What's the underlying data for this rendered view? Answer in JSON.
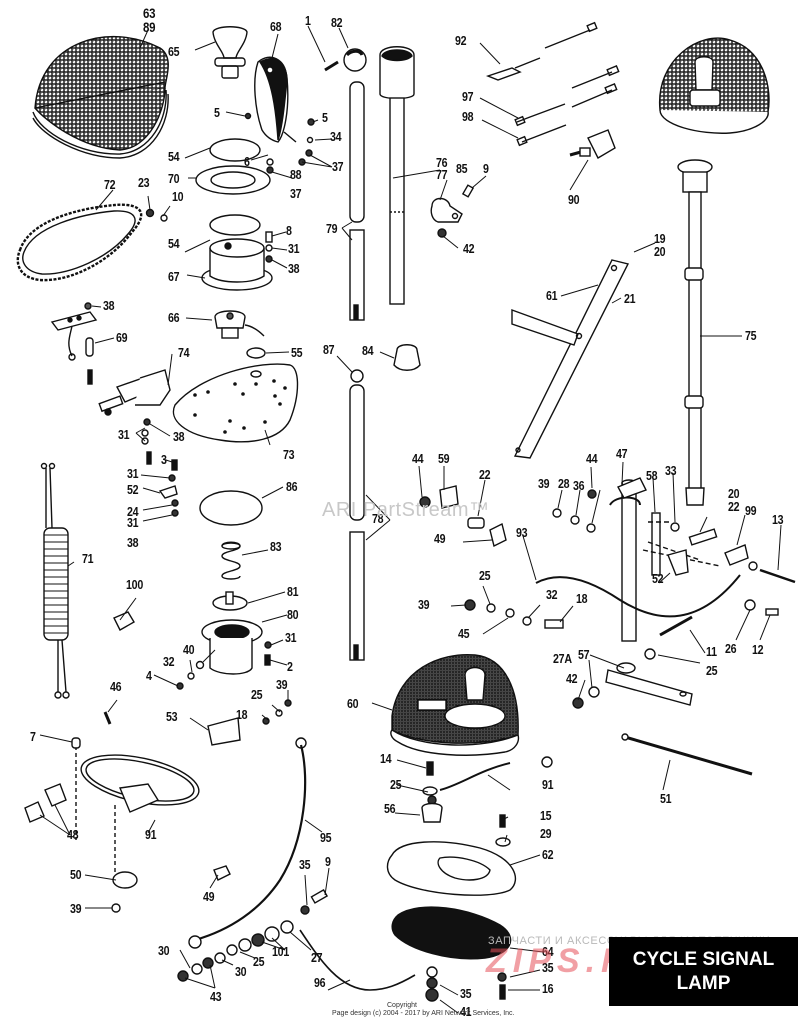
{
  "title": {
    "line1": "CYCLE SIGNAL",
    "line2": "LAMP"
  },
  "watermarks": {
    "partstream": "ARI PartStream™",
    "ru_line": "ЗАПЧАСТИ И АКСЕССУАРЫ ДЛЯ МОТОТЕХНИКИ",
    "ru_logo": "ZIPS.RU"
  },
  "copyright": {
    "line1": "Copyright",
    "line2": "Page design (c) 2004 - 2017 by ARI Network Services, Inc."
  },
  "callouts": [
    {
      "id": "c63",
      "label": "63"
    },
    {
      "id": "c89",
      "label": "89"
    },
    {
      "id": "c65",
      "label": "65"
    },
    {
      "id": "c68",
      "label": "68"
    },
    {
      "id": "c1",
      "label": "1"
    },
    {
      "id": "c82",
      "label": "82"
    },
    {
      "id": "c92",
      "label": "92"
    },
    {
      "id": "c97",
      "label": "97"
    },
    {
      "id": "c98",
      "label": "98"
    },
    {
      "id": "c5a",
      "label": "5"
    },
    {
      "id": "c5b",
      "label": "5"
    },
    {
      "id": "c34",
      "label": "34"
    },
    {
      "id": "c54a",
      "label": "54"
    },
    {
      "id": "c6",
      "label": "6"
    },
    {
      "id": "c88",
      "label": "88"
    },
    {
      "id": "c37a",
      "label": "37"
    },
    {
      "id": "c37b",
      "label": "37"
    },
    {
      "id": "c70",
      "label": "70"
    },
    {
      "id": "c76",
      "label": "76"
    },
    {
      "id": "c77",
      "label": "77"
    },
    {
      "id": "c85",
      "label": "85"
    },
    {
      "id": "c9a",
      "label": "9"
    },
    {
      "id": "c90",
      "label": "90"
    },
    {
      "id": "c72",
      "label": "72"
    },
    {
      "id": "c23",
      "label": "23"
    },
    {
      "id": "c10",
      "label": "10"
    },
    {
      "id": "c79",
      "label": "79"
    },
    {
      "id": "c42a",
      "label": "42"
    },
    {
      "id": "c19",
      "label": "19"
    },
    {
      "id": "c20a",
      "label": "20"
    },
    {
      "id": "c54b",
      "label": "54"
    },
    {
      "id": "c8",
      "label": "8"
    },
    {
      "id": "c31a",
      "label": "31"
    },
    {
      "id": "c38a",
      "label": "38"
    },
    {
      "id": "c67",
      "label": "67"
    },
    {
      "id": "c61",
      "label": "61"
    },
    {
      "id": "c21",
      "label": "21"
    },
    {
      "id": "c38b",
      "label": "38"
    },
    {
      "id": "c69",
      "label": "69"
    },
    {
      "id": "c66",
      "label": "66"
    },
    {
      "id": "c75",
      "label": "75"
    },
    {
      "id": "c74",
      "label": "74"
    },
    {
      "id": "c55",
      "label": "55"
    },
    {
      "id": "c87",
      "label": "87"
    },
    {
      "id": "c84",
      "label": "84"
    },
    {
      "id": "c31b",
      "label": "31"
    },
    {
      "id": "c38c",
      "label": "38"
    },
    {
      "id": "c73",
      "label": "73"
    },
    {
      "id": "c3",
      "label": "3"
    },
    {
      "id": "c31c",
      "label": "31"
    },
    {
      "id": "c52a",
      "label": "52"
    },
    {
      "id": "c24",
      "label": "24"
    },
    {
      "id": "c31d",
      "label": "31"
    },
    {
      "id": "c38d",
      "label": "38"
    },
    {
      "id": "c86",
      "label": "86"
    },
    {
      "id": "c78",
      "label": "78"
    },
    {
      "id": "c44a",
      "label": "44"
    },
    {
      "id": "c59",
      "label": "59"
    },
    {
      "id": "c22a",
      "label": "22"
    },
    {
      "id": "c49a",
      "label": "49"
    },
    {
      "id": "c44b",
      "label": "44"
    },
    {
      "id": "c47",
      "label": "47"
    },
    {
      "id": "c39a",
      "label": "39"
    },
    {
      "id": "c28",
      "label": "28"
    },
    {
      "id": "c36",
      "label": "36"
    },
    {
      "id": "c58",
      "label": "58"
    },
    {
      "id": "c33",
      "label": "33"
    },
    {
      "id": "c20b",
      "label": "20"
    },
    {
      "id": "c22b",
      "label": "22"
    },
    {
      "id": "c99",
      "label": "99"
    },
    {
      "id": "c13",
      "label": "13"
    },
    {
      "id": "c93",
      "label": "93"
    },
    {
      "id": "c52b",
      "label": "52"
    },
    {
      "id": "c71",
      "label": "71"
    },
    {
      "id": "c83",
      "label": "83"
    },
    {
      "id": "c100",
      "label": "100"
    },
    {
      "id": "c81",
      "label": "81"
    },
    {
      "id": "c25a",
      "label": "25"
    },
    {
      "id": "c39b",
      "label": "39"
    },
    {
      "id": "c45",
      "label": "45"
    },
    {
      "id": "c32a",
      "label": "32"
    },
    {
      "id": "c18a",
      "label": "18"
    },
    {
      "id": "c80",
      "label": "80"
    },
    {
      "id": "c31e",
      "label": "31"
    },
    {
      "id": "c40",
      "label": "40"
    },
    {
      "id": "c32b",
      "label": "32"
    },
    {
      "id": "c4",
      "label": "4"
    },
    {
      "id": "c2",
      "label": "2"
    },
    {
      "id": "c11",
      "label": "11"
    },
    {
      "id": "c26",
      "label": "26"
    },
    {
      "id": "c12",
      "label": "12"
    },
    {
      "id": "c27A",
      "label": "27A"
    },
    {
      "id": "c57",
      "label": "57"
    },
    {
      "id": "c25b",
      "label": "25"
    },
    {
      "id": "c42b",
      "label": "42"
    },
    {
      "id": "c46",
      "label": "46"
    },
    {
      "id": "c39c",
      "label": "39"
    },
    {
      "id": "c25c",
      "label": "25"
    },
    {
      "id": "c18b",
      "label": "18"
    },
    {
      "id": "c53",
      "label": "53"
    },
    {
      "id": "c60",
      "label": "60"
    },
    {
      "id": "c7",
      "label": "7"
    },
    {
      "id": "c14",
      "label": "14"
    },
    {
      "id": "c91a",
      "label": "91"
    },
    {
      "id": "c25d",
      "label": "25"
    },
    {
      "id": "c56",
      "label": "56"
    },
    {
      "id": "c51",
      "label": "51"
    },
    {
      "id": "c48",
      "label": "48"
    },
    {
      "id": "c91b",
      "label": "91"
    },
    {
      "id": "c15",
      "label": "15"
    },
    {
      "id": "c29",
      "label": "29"
    },
    {
      "id": "c95",
      "label": "95"
    },
    {
      "id": "c62",
      "label": "62"
    },
    {
      "id": "c50",
      "label": "50"
    },
    {
      "id": "c35a",
      "label": "35"
    },
    {
      "id": "c9b",
      "label": "9"
    },
    {
      "id": "c39d",
      "label": "39"
    },
    {
      "id": "c49b",
      "label": "49"
    },
    {
      "id": "c101",
      "label": "101"
    },
    {
      "id": "c27",
      "label": "27"
    },
    {
      "id": "c30a",
      "label": "30"
    },
    {
      "id": "c25e",
      "label": "25"
    },
    {
      "id": "c30b",
      "label": "30"
    },
    {
      "id": "c96",
      "label": "96"
    },
    {
      "id": "c64",
      "label": "64"
    },
    {
      "id": "c35b",
      "label": "35"
    },
    {
      "id": "c35c",
      "label": "35"
    },
    {
      "id": "c16",
      "label": "16"
    },
    {
      "id": "c43",
      "label": "43"
    },
    {
      "id": "c41",
      "label": "41"
    }
  ]
}
